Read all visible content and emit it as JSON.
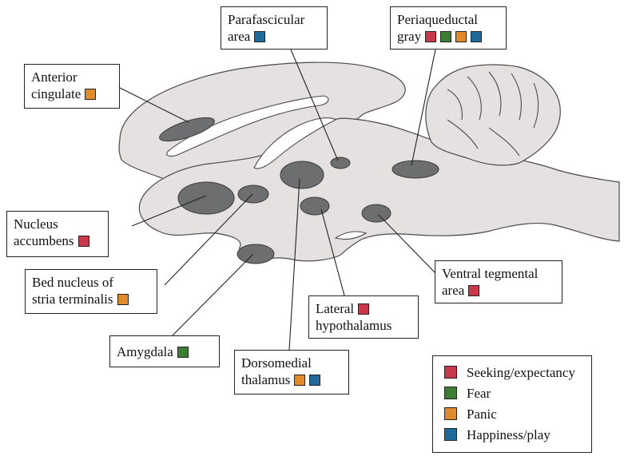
{
  "colors": {
    "seeking": "#c9394b",
    "fear": "#3e7c35",
    "panic": "#e08a2e",
    "happiness": "#1f6a9a",
    "brain_fill": "#e6e1e1",
    "region_fill": "#6d6e70"
  },
  "labels": {
    "parafascicular": {
      "line1": "Parafascicular",
      "line2": "area",
      "swatches": [
        "happiness"
      ]
    },
    "periaqueductal": {
      "line1": "Periaqueductal",
      "line2": "gray",
      "swatches": [
        "seeking",
        "fear",
        "panic",
        "happiness"
      ]
    },
    "anterior_cingulate": {
      "line1": "Anterior",
      "line2": "cingulate",
      "swatches": [
        "panic"
      ]
    },
    "nucleus_accumbens": {
      "line1": "Nucleus",
      "line2": "accumbens",
      "swatches": [
        "seeking"
      ]
    },
    "bed_nucleus": {
      "line1": "Bed nucleus of",
      "line2": "stria terminalis",
      "swatches": [
        "panic"
      ]
    },
    "amygdala": {
      "line1": "Amygdala",
      "swatches": [
        "fear"
      ]
    },
    "dorsomedial_thalamus": {
      "line1": "Dorsomedial",
      "line2": "thalamus",
      "swatches": [
        "panic",
        "happiness"
      ]
    },
    "lateral_hypothalamus": {
      "line1": "Lateral",
      "line2": "hypothalamus",
      "swatches": [
        "seeking"
      ]
    },
    "ventral_tegmental": {
      "line1": "Ventral tegmental",
      "line2": "area",
      "swatches": [
        "seeking"
      ]
    }
  },
  "legend": [
    {
      "key": "seeking",
      "label": "Seeking/expectancy"
    },
    {
      "key": "fear",
      "label": "Fear"
    },
    {
      "key": "panic",
      "label": "Panic"
    },
    {
      "key": "happiness",
      "label": "Happiness/play"
    }
  ]
}
